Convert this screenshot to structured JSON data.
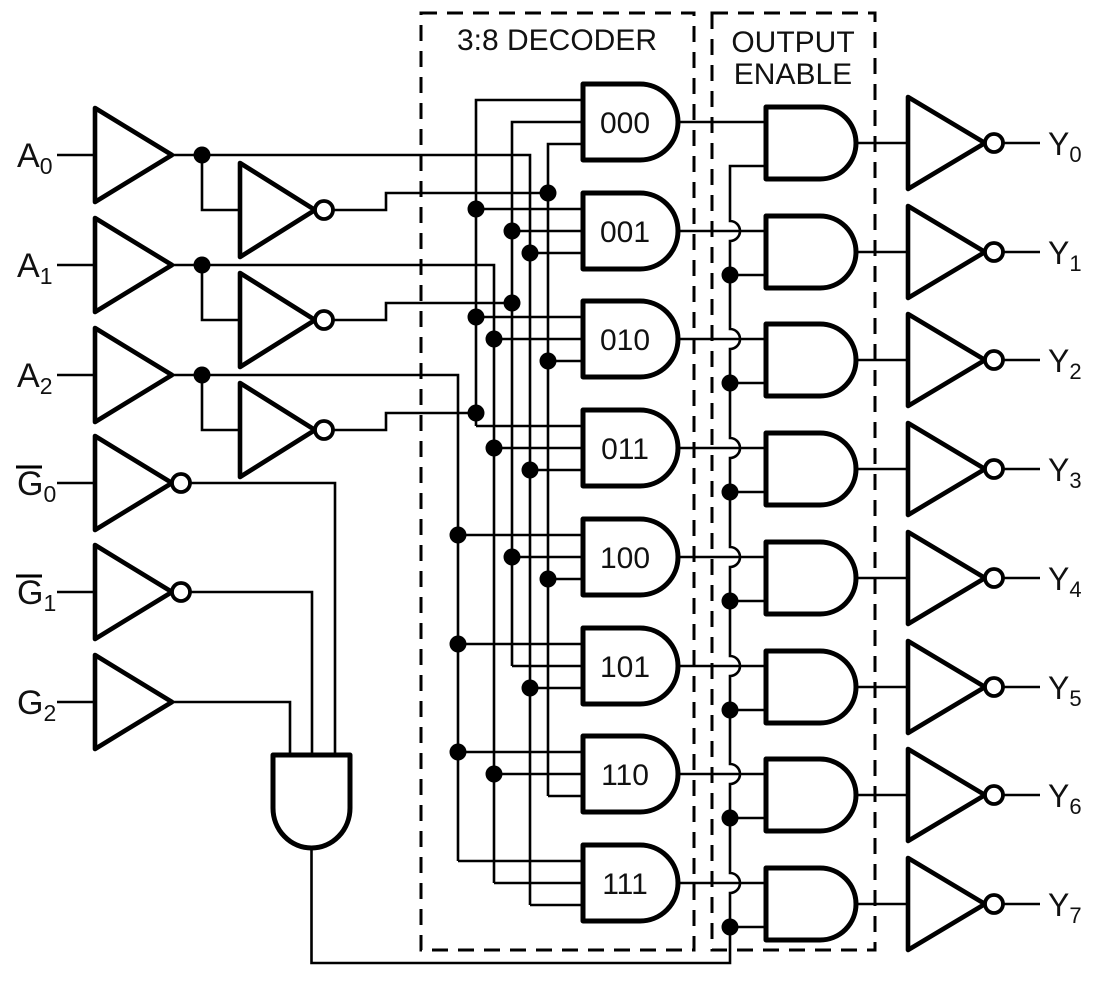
{
  "diagram": {
    "decoder_title": "3:8 DECODER",
    "oe_title_line1": "OUTPUT",
    "oe_title_line2": "ENABLE"
  },
  "inputs": [
    {
      "id": "a0",
      "base": "A",
      "sub": "0",
      "overline": false
    },
    {
      "id": "a1",
      "base": "A",
      "sub": "1",
      "overline": false
    },
    {
      "id": "a2",
      "base": "A",
      "sub": "2",
      "overline": false
    },
    {
      "id": "g0",
      "base": "G",
      "sub": "0",
      "overline": true
    },
    {
      "id": "g1",
      "base": "G",
      "sub": "1",
      "overline": true
    },
    {
      "id": "g2",
      "base": "G",
      "sub": "2",
      "overline": false
    }
  ],
  "decoder_gates": [
    {
      "label": "000"
    },
    {
      "label": "001"
    },
    {
      "label": "010"
    },
    {
      "label": "011"
    },
    {
      "label": "100"
    },
    {
      "label": "101"
    },
    {
      "label": "110"
    },
    {
      "label": "111"
    }
  ],
  "outputs": [
    {
      "id": "y0",
      "base": "Y",
      "sub": "0"
    },
    {
      "id": "y1",
      "base": "Y",
      "sub": "1"
    },
    {
      "id": "y2",
      "base": "Y",
      "sub": "2"
    },
    {
      "id": "y3",
      "base": "Y",
      "sub": "3"
    },
    {
      "id": "y4",
      "base": "Y",
      "sub": "4"
    },
    {
      "id": "y5",
      "base": "Y",
      "sub": "5"
    },
    {
      "id": "y6",
      "base": "Y",
      "sub": "6"
    },
    {
      "id": "y7",
      "base": "Y",
      "sub": "7"
    }
  ],
  "colors": {
    "line": "#000000",
    "background": "#ffffff"
  }
}
